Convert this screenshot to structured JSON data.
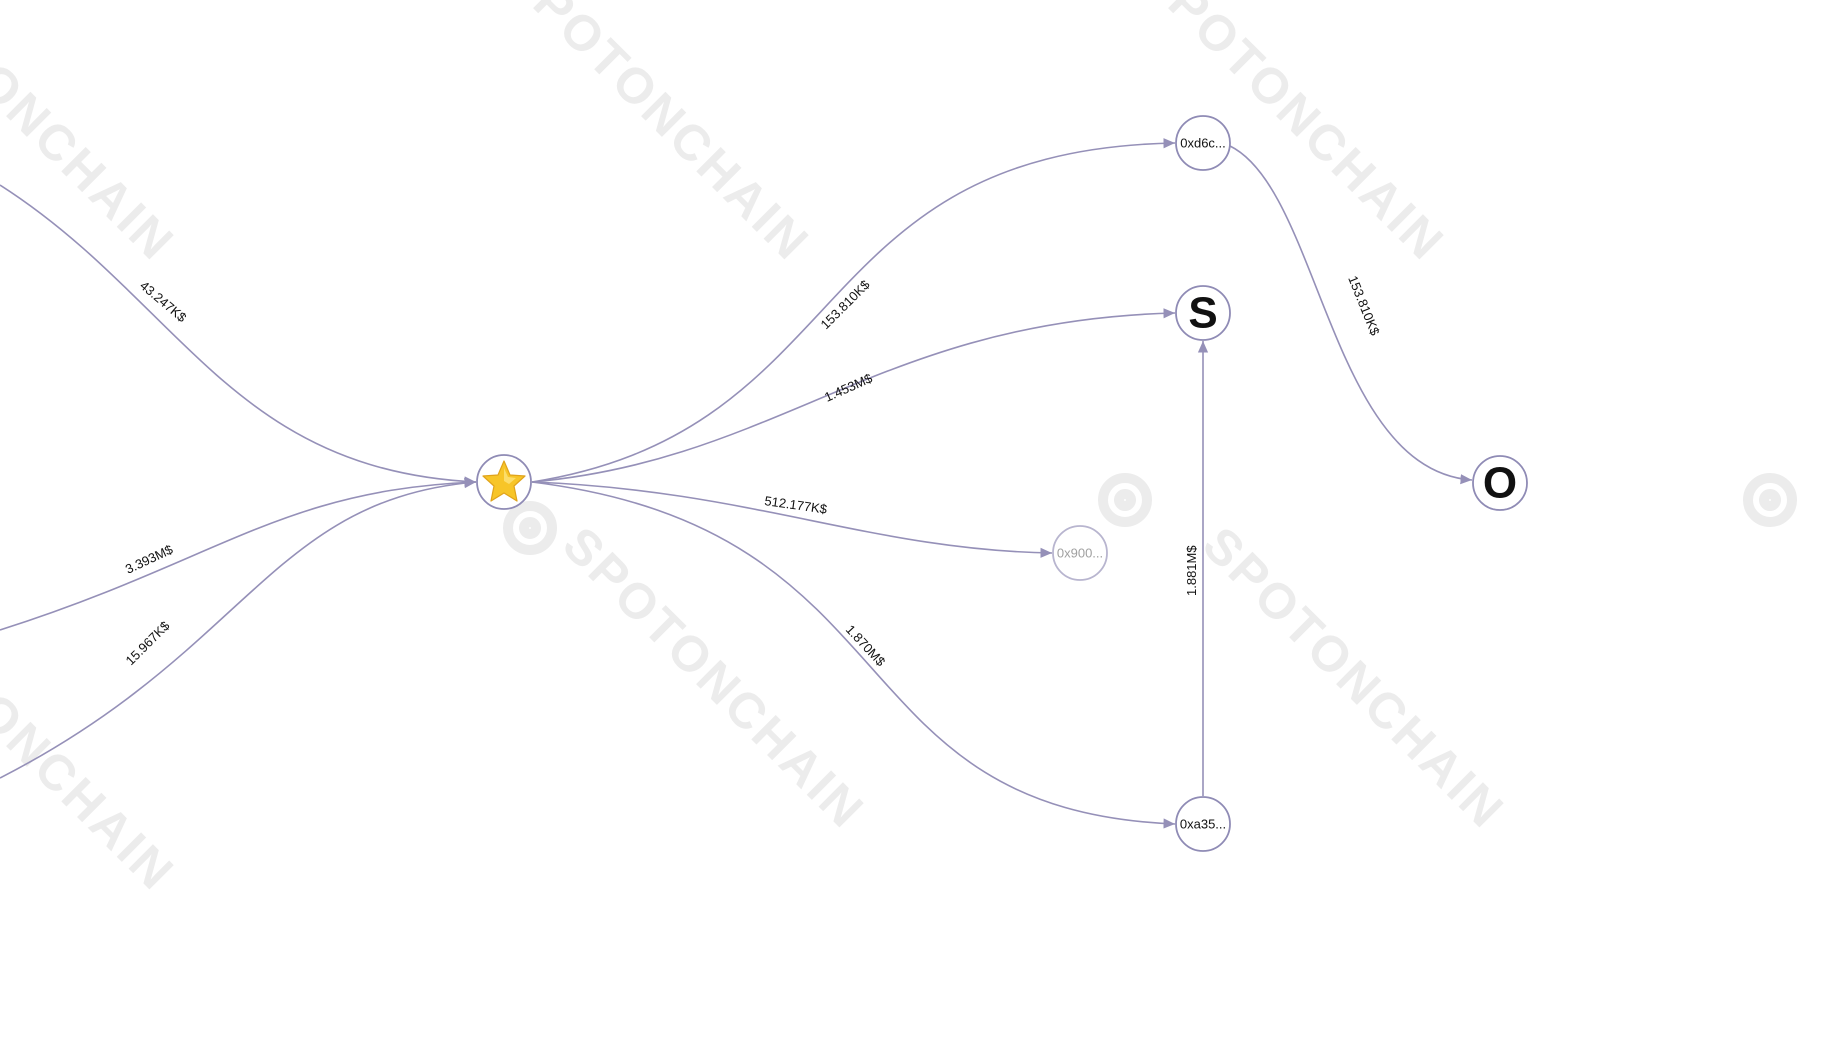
{
  "watermark": {
    "text": "SPOTONCHAIN"
  },
  "colors": {
    "edge": "#9590b8",
    "node_border": "#8f8bb5",
    "faded_node_text": "#a0a0a0",
    "star_fill": "#f7c528"
  },
  "nodes": {
    "center": {
      "icon": "star-icon"
    },
    "d6c": {
      "label": "0xd6c..."
    },
    "s": {
      "label": "S"
    },
    "o": {
      "label": "O"
    },
    "n900": {
      "label": "0x900..."
    },
    "a35": {
      "label": "0xa35..."
    }
  },
  "edges": {
    "in_top": {
      "label": "43.247K$"
    },
    "in_mid": {
      "label": "3.393M$"
    },
    "in_bot": {
      "label": "15.967K$"
    },
    "to_d6c": {
      "label": "153.810K$"
    },
    "to_s": {
      "label": "1.453M$"
    },
    "to_900": {
      "label": "512.177K$"
    },
    "to_a35": {
      "label": "1.870M$"
    },
    "a35_to_s": {
      "label": "1.881M$"
    },
    "d6c_to_o": {
      "label": "153.810K$"
    }
  }
}
